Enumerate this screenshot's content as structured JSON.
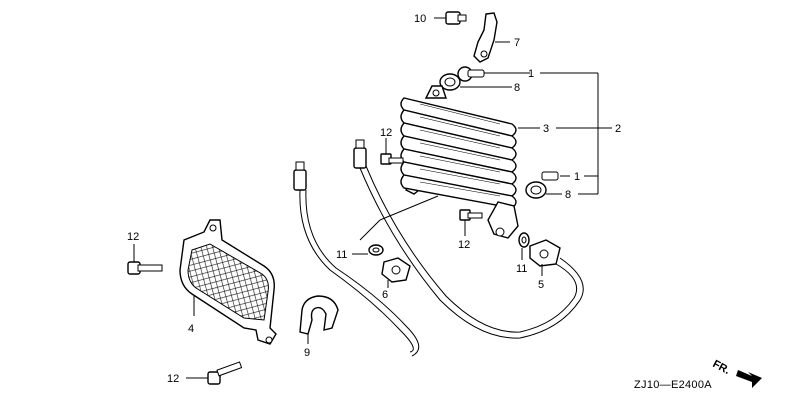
{
  "diagram": {
    "labels": {
      "l1a": "1",
      "l1b": "1",
      "l2": "2",
      "l3": "3",
      "l4": "4",
      "l5": "5",
      "l6": "6",
      "l7": "7",
      "l8a": "8",
      "l8b": "8",
      "l9": "9",
      "l10": "10",
      "l11a": "11",
      "l11b": "11",
      "l12a": "12",
      "l12b": "12",
      "l12c": "12",
      "l12d": "12"
    },
    "diagram_code": "ZJ10—E2400A",
    "front_indicator": "FR."
  }
}
